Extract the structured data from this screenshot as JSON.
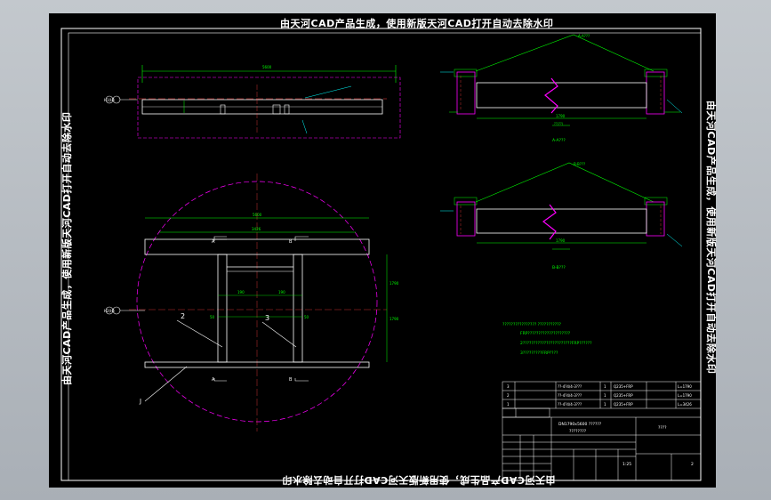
{
  "watermark": {
    "top": "由天河CAD产品生成，使用新版天河CAD打开自动去除水印",
    "bottom": "由天河CAD产品生成，使用新版天河CAD打开自动去除水印",
    "left": "由天河CAD产品生成，使用新版天河CAD打开自动去除水印",
    "right": "由天河CAD产品生成，使用新版天河CAD打开自动去除水印"
  },
  "drawing": {
    "left_markers": [
      "H1(H)",
      "H2(H)"
    ],
    "section_top": {
      "leader": "A-A???",
      "label": "A-A???"
    },
    "section_bottom": {
      "leader": "B-B???",
      "label": "B-B???"
    },
    "plan_labels": {
      "p2": "2",
      "p3": "3",
      "pJ": "J",
      "secA": "A",
      "secB": "B"
    },
    "notes": [
      "???????????????? ???????????",
      "FRP????????????????????",
      "2???????????????????????FRP??????",
      "3?????????FRP????"
    ]
  },
  "bom": [
    {
      "no": "3",
      "name": "??-4?4/4-3???",
      "qty": "1",
      "material": "Q235+FRP",
      "length": "L=1790"
    },
    {
      "no": "2",
      "name": "??-4?4/4-3???",
      "qty": "1",
      "material": "Q235+FRP",
      "length": "L=1790"
    },
    {
      "no": "1",
      "name": "??-4?4/4-3???",
      "qty": "1",
      "material": "Q235+FRP",
      "length": "L=3426"
    }
  ],
  "title_block": {
    "drawing_no": "DN1790x5600 ??????",
    "desc": "????????",
    "company": "????",
    "scale": "1:25",
    "sheet": "2"
  }
}
